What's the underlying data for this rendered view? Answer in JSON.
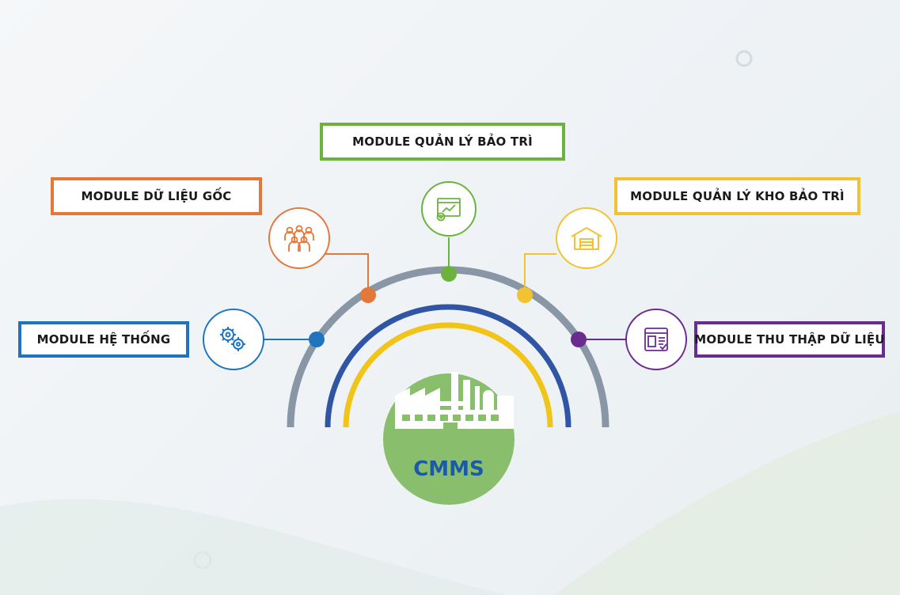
{
  "center": {
    "label": "CMMS",
    "icon": "factory-icon",
    "fill_color": "#89bf6c",
    "label_color": "#1b5aa6"
  },
  "modules": [
    {
      "label": "MODULE HỆ THỐNG",
      "color": "#1e74bf",
      "icon": "gears-icon"
    },
    {
      "label": "MODULE DỮ LIỆU GỐC",
      "color": "#e2793a",
      "icon": "people-group-icon"
    },
    {
      "label": "MODULE QUẢN LÝ BẢO TRÌ",
      "color": "#6cb33e",
      "icon": "maintenance-chart-icon"
    },
    {
      "label": "MODULE QUẢN LÝ KHO BẢO TRÌ",
      "color": "#f1c232",
      "icon": "warehouse-icon"
    },
    {
      "label": "MODULE THU THẬP DỮ LIỆU",
      "color": "#6a2c91",
      "icon": "data-collection-icon"
    }
  ],
  "arcs": {
    "outer_color": "#8996a6",
    "middle_color": "#2f55a4",
    "inner_color": "#f0c418"
  }
}
